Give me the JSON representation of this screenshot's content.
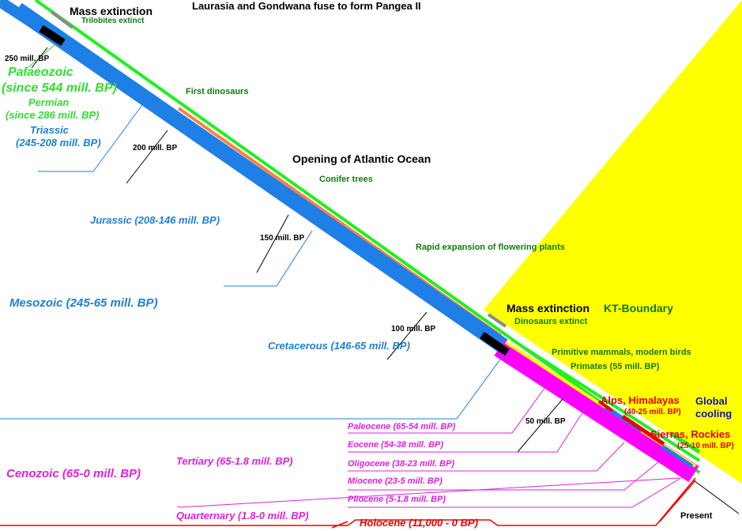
{
  "title": "Laurasia and Gondwana fuse to form Pangea II",
  "events": {
    "mass_extinction_1": "Mass extinction",
    "trilobites_extinct": "Trilobites extinct",
    "first_dinosaurs": "First dinosaurs",
    "opening_atlantic": "Opening of Atlantic Ocean",
    "conifer_trees": "Conifer trees",
    "flowering_plants": "Rapid expansion of flowering plants",
    "mass_extinction_2": "Mass extinction",
    "kt_boundary": "KT-Boundary",
    "dinosaurs_extinct": "Dinosaurs extinct",
    "mammals_birds": "Primitive mammals, modern birds",
    "primates": "Primates (55 mill. BP)",
    "alps": "Alps, Himalayas",
    "alps_dates": "(40-25 mill. BP)",
    "global_cooling_1": "Global",
    "global_cooling_2": "cooling",
    "sierras": "Sierras, Rockies",
    "sierras_dates": "(25-10 mill. BP)",
    "present": "Present"
  },
  "ticks": {
    "t250": "250 mill. BP",
    "t200": "200 mill. BP",
    "t150": "150 mill. BP",
    "t100": "100 mill. BP",
    "t50": "50 mill. BP"
  },
  "periods": {
    "palaeozoic_1": "Palaeozoic",
    "palaeozoic_2": "(since 544 mill. BP)",
    "permian_1": "Permian",
    "permian_2": "(since 286 mill. BP)",
    "triassic_1": "Triassic",
    "triassic_2": "(245-208 mill. BP)",
    "jurassic": "Jurassic (208-146 mill. BP)",
    "mesozoic": "Mesozoic (245-65 mill. BP)",
    "cretaceous": "Cretacerous (146-65 mill. BP)",
    "paleocene": "Paleocene (65-54 mill. BP)",
    "eocene": "Eocene (54-38 mill. BP)",
    "oligocene": "Oligocene (38-23 mill. BP)",
    "miocene": "Miocene (23-5 mill. BP)",
    "pliocene": "Pliocene (5-1.8 mill. BP)",
    "tertiary": "Tertiary (65-1.8 mill. BP)",
    "cenozoic": "Cenozoic (65-0 mill. BP)",
    "quarternary": "Quarternary (1.8-0 mill. BP)",
    "holocene": "Holocene (11,000 - 0 BP)"
  },
  "colors": {
    "yellow": "#ffff00",
    "blue": "#1e7fe6",
    "green": "#22ee22",
    "orange": "#ff8040",
    "magenta": "#ff00ff",
    "red": "#ee0000",
    "gray": "#8a8a8a"
  }
}
